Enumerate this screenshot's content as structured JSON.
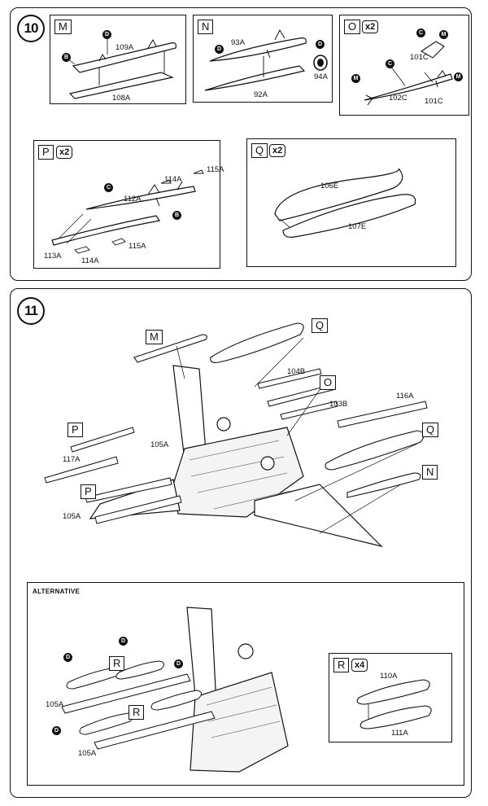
{
  "step10": {
    "number": "10",
    "panels": {
      "M": {
        "label": "M",
        "parts": [
          "109A",
          "108A"
        ],
        "callouts": [
          "D",
          "B"
        ]
      },
      "N": {
        "label": "N",
        "parts": [
          "93A",
          "92A",
          "94A"
        ],
        "callouts": [
          "D",
          "D"
        ]
      },
      "O": {
        "label": "O",
        "qty": "x2",
        "parts": [
          "101C",
          "102C",
          "101C"
        ],
        "callouts": [
          "C",
          "M",
          "C",
          "M",
          "M"
        ]
      },
      "P": {
        "label": "P",
        "qty": "x2",
        "parts": [
          "112A",
          "114A",
          "115A",
          "113A",
          "114A",
          "115A"
        ],
        "callouts": [
          "C",
          "B"
        ]
      },
      "Q": {
        "label": "Q",
        "qty": "x2",
        "parts": [
          "106E",
          "107E"
        ]
      }
    }
  },
  "step11": {
    "number": "11",
    "tags": [
      "M",
      "Q",
      "O",
      "P",
      "P",
      "Q",
      "N"
    ],
    "parts": [
      "104B",
      "103B",
      "116A",
      "117A",
      "105A",
      "105A"
    ],
    "alternative": {
      "title": "ALTERNATIVE",
      "tags": [
        "R",
        "R"
      ],
      "parts": [
        "105A",
        "105A"
      ],
      "callouts": [
        "D",
        "D",
        "D",
        "D"
      ],
      "panel_R": {
        "label": "R",
        "qty": "x4",
        "parts": [
          "110A",
          "111A"
        ]
      }
    }
  }
}
